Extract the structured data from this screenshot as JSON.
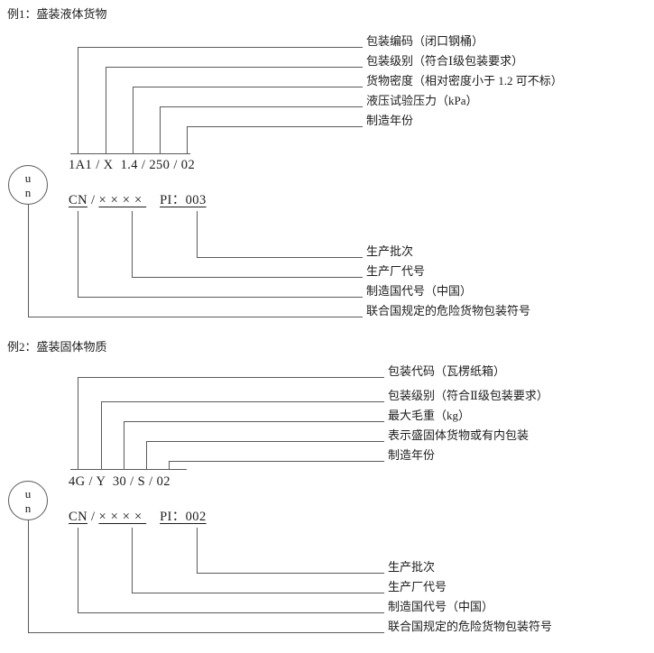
{
  "figure": {
    "background": "#ffffff",
    "line_color": "#5a5a5a",
    "text_color": "#1c1c1c"
  },
  "ex1": {
    "title": "例1：盛装液体货物",
    "top_labels": [
      "包装编码（闭口钢桶）",
      "包装级别（符合Ⅰ级包装要求）",
      "货物密度（相对密度小于 1.2 可不标）",
      "液压试验压力（kPa）",
      "制造年份"
    ],
    "mark_code": "1A1 / X  1.4 / 250 / 02",
    "un": {
      "top": "u",
      "bottom": "n"
    },
    "line2": {
      "country": "CN",
      "sep": " / ",
      "factory": "××××",
      "gap": "　",
      "pi": "PI：003"
    },
    "bottom_labels": [
      "生产批次",
      "生产厂代号",
      "制造国代号（中国）",
      "联合国规定的危险货物包装符号"
    ]
  },
  "ex2": {
    "title": "例2：盛装固体物质",
    "top_labels": [
      "包装代码（瓦楞纸箱）",
      "包装级别（符合Ⅱ级包装要求）",
      "最大毛重（kg）",
      "表示盛固体货物或有内包装",
      "制造年份"
    ],
    "mark_code": "4G / Y  30 / S / 02",
    "un": {
      "top": "u",
      "bottom": "n"
    },
    "line2": {
      "country": "CN",
      "sep": " / ",
      "factory": "××××",
      "gap": "　",
      "pi": "PI：002"
    },
    "bottom_labels": [
      "生产批次",
      "生产厂代号",
      "制造国代号（中国）",
      "联合国规定的危险货物包装符号"
    ]
  }
}
